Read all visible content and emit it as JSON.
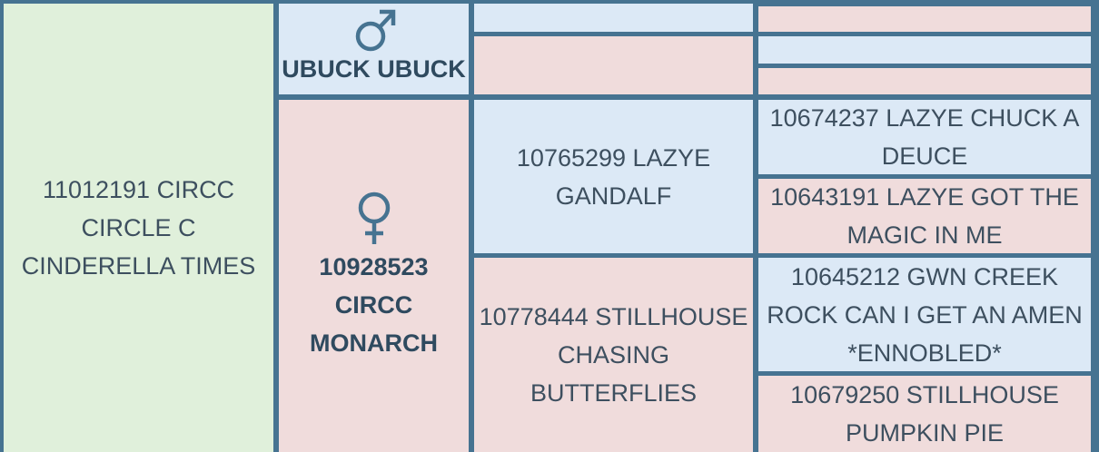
{
  "subject": {
    "name": "11012191 CIRCC CIRCLE C CINDERELLA TIMES"
  },
  "sire": {
    "icon": "male-symbol-icon",
    "name": "UBUCK UBUCK",
    "sire": {
      "name": ""
    },
    "dam": {
      "name": ""
    },
    "sire_sire": {
      "name": ""
    },
    "sire_dam": {
      "name": ""
    },
    "dam_sire": {
      "name": ""
    },
    "dam_dam": {
      "name": ""
    }
  },
  "dam": {
    "icon": "female-symbol-icon",
    "name": "10928523 CIRCC MONARCH",
    "sire": {
      "name": "10765299 LAZYE GANDALF"
    },
    "dam": {
      "name": "10778444 STILLHOUSE CHASING BUTTERFLIES"
    },
    "sire_sire": {
      "name": "10674237 LAZYE CHUCK A DEUCE"
    },
    "sire_dam": {
      "name": "10643191 LAZYE GOT THE MAGIC IN ME"
    },
    "dam_sire": {
      "name": "10645212 GWN CREEK ROCK CAN I GET AN AMEN *ENNOBLED*"
    },
    "dam_dam": {
      "name": "10679250 STILLHOUSE PUMPKIN PIE"
    }
  },
  "colors": {
    "border": "#467391",
    "subject_bg": "#e0f0db",
    "male_bg": "#dce9f6",
    "female_bg": "#f0dcdc",
    "text": "#3d4f5f"
  }
}
